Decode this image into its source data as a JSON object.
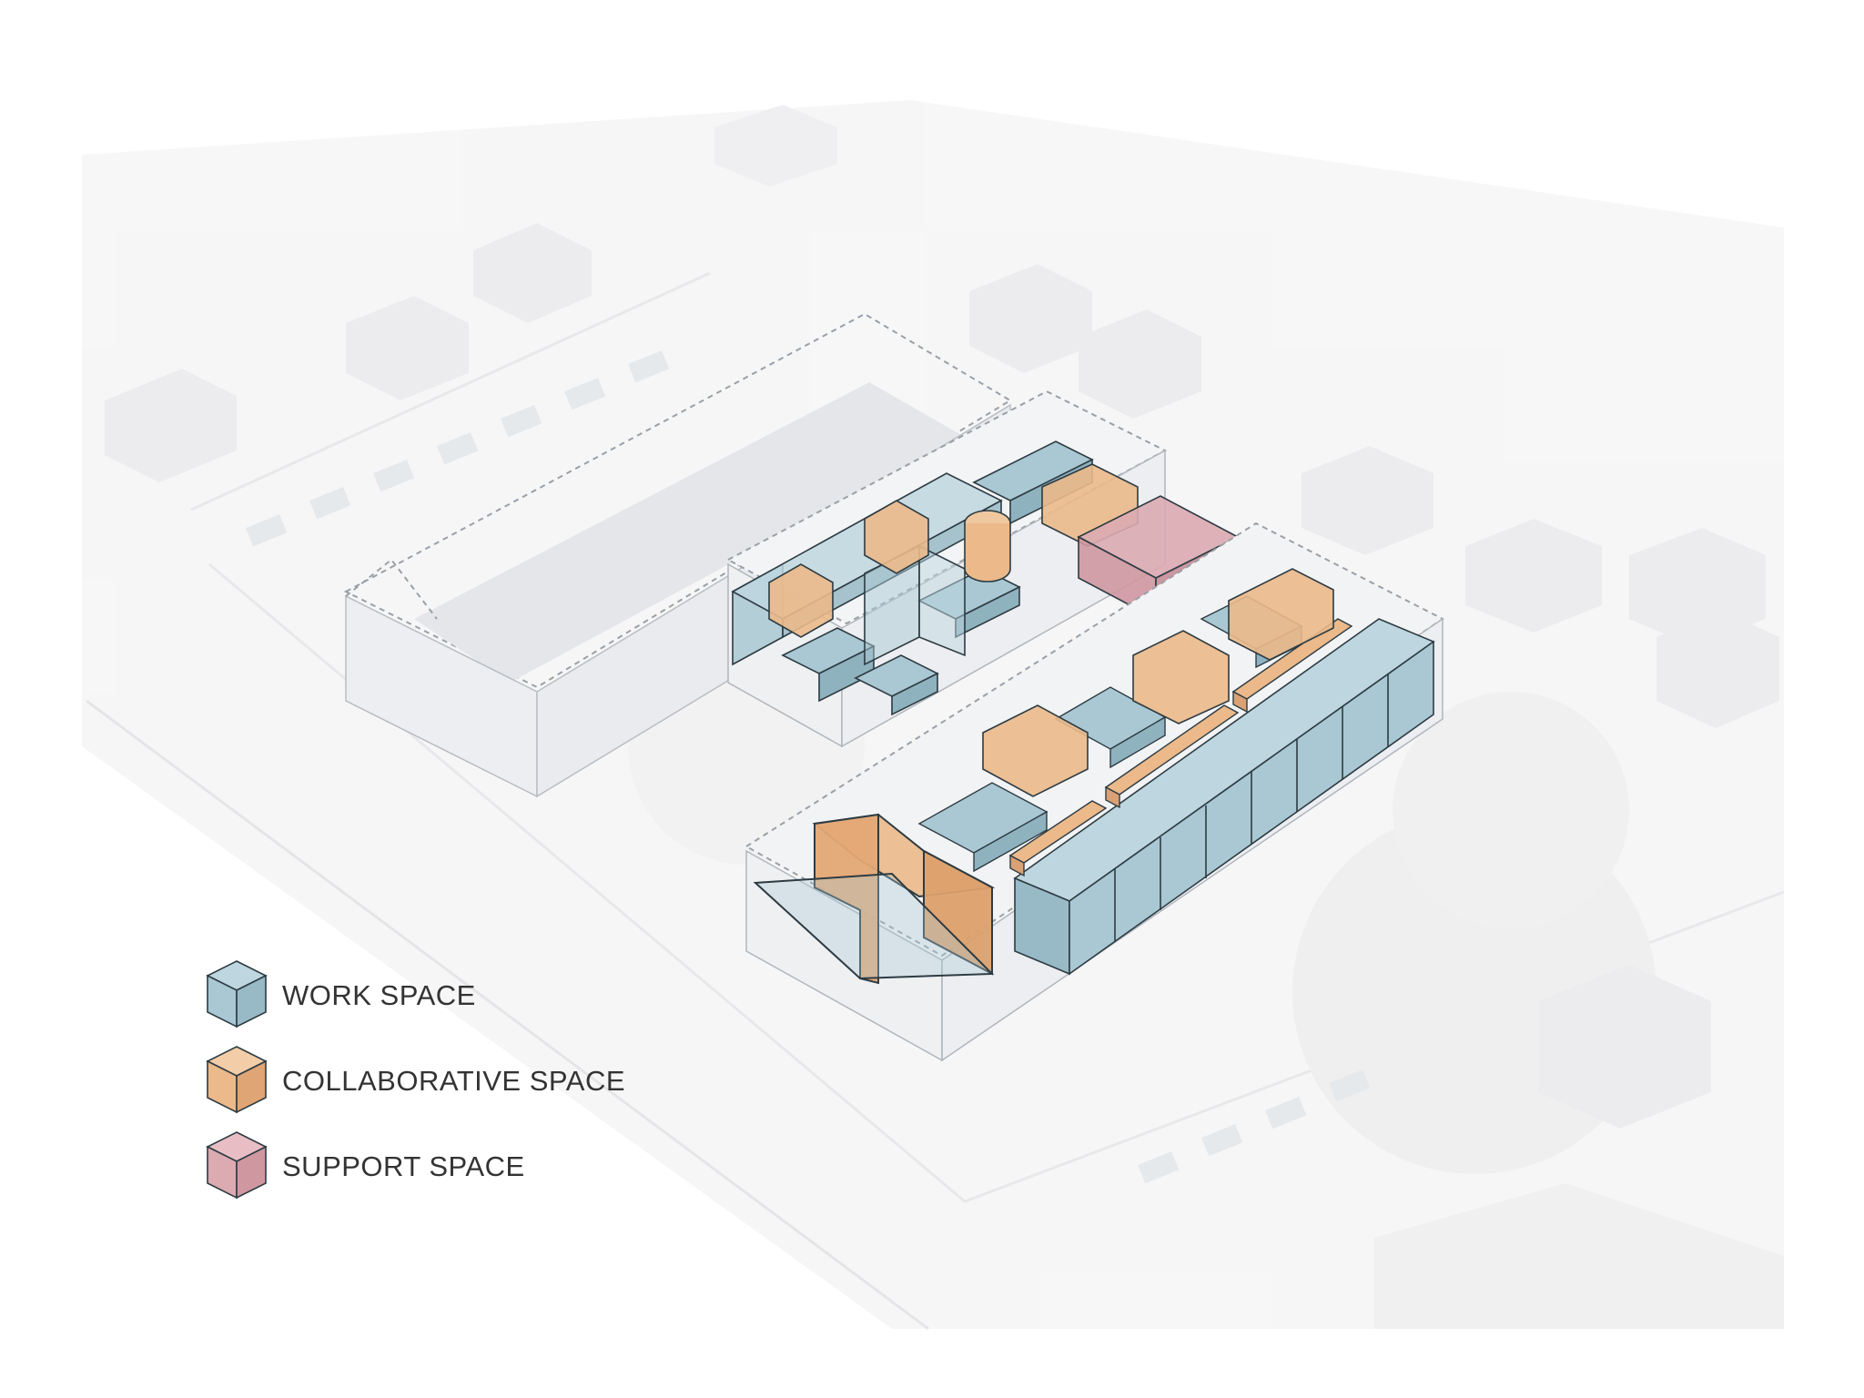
{
  "legend": {
    "items": [
      {
        "key": "work",
        "label": "WORK SPACE",
        "color": "#a9c8d3"
      },
      {
        "key": "collaborative",
        "label": "COLLABORATIVE SPACE",
        "color": "#ebb98a"
      },
      {
        "key": "support",
        "label": "SUPPORT SPACE",
        "color": "#dcaab1"
      }
    ]
  },
  "colors": {
    "work": "#a9c8d3",
    "collaborative": "#ebb98a",
    "support": "#dcaab1",
    "context": "#ececef",
    "outline": "#2d3b42"
  }
}
